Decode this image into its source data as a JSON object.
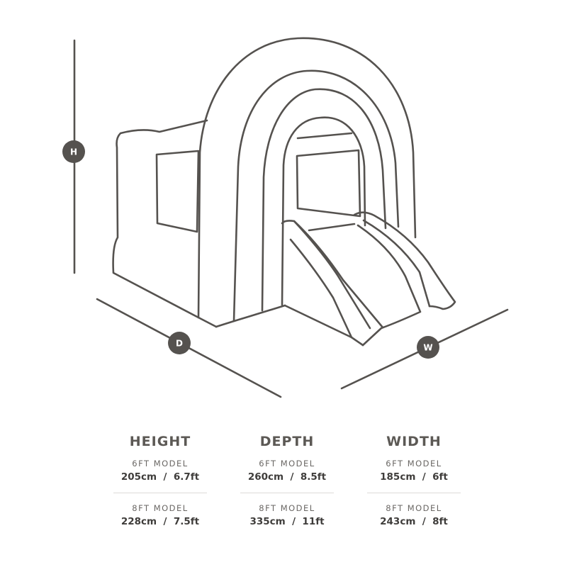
{
  "diagram": {
    "line_color": "#55524f",
    "badges": {
      "height": "H",
      "depth": "D",
      "width": "W"
    }
  },
  "specs": [
    {
      "title": "HEIGHT",
      "models": [
        {
          "label": "6FT MODEL",
          "value": "205cm  /  6.7ft"
        },
        {
          "label": "8FT MODEL",
          "value": "228cm  /  7.5ft"
        }
      ]
    },
    {
      "title": "DEPTH",
      "models": [
        {
          "label": "6FT MODEL",
          "value": "260cm  /  8.5ft"
        },
        {
          "label": "8FT MODEL",
          "value": "335cm  /  11ft"
        }
      ]
    },
    {
      "title": "WIDTH",
      "models": [
        {
          "label": "6FT MODEL",
          "value": "185cm  /  6ft"
        },
        {
          "label": "8FT MODEL",
          "value": "243cm  /  8ft"
        }
      ]
    }
  ]
}
